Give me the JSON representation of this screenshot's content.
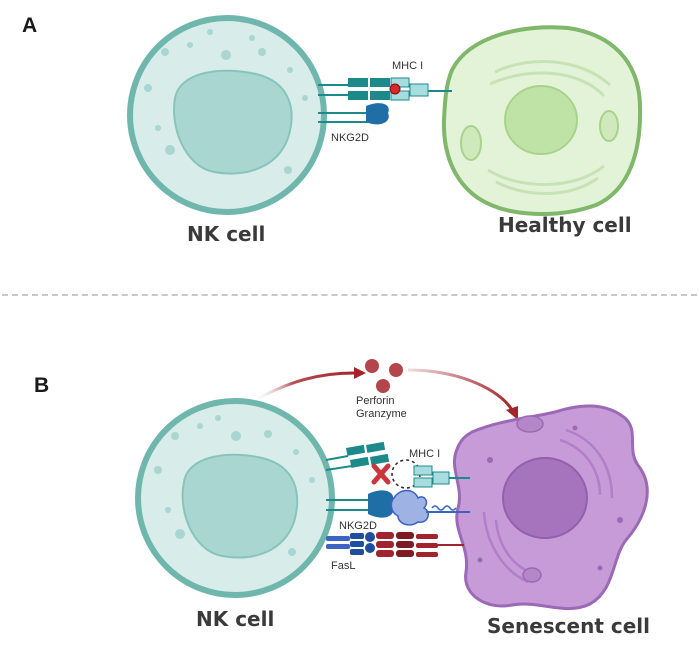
{
  "panel_a": {
    "letter": "A",
    "nk_label": "NK cell",
    "target_label": "Healthy cell",
    "mhc_label": "MHC I",
    "nkg2d_label": "NKG2D"
  },
  "panel_b": {
    "letter": "B",
    "nk_label": "NK cell",
    "target_label": "Senescent cell",
    "mhc_label": "MHC I",
    "nkg2d_label": "NKG2D",
    "fasl_label": "FasL",
    "granule_label_1": "Perforin",
    "granule_label_2": "Granzyme"
  },
  "colors": {
    "nk_membrane": "#6fb7ad",
    "nk_cytoplasm": "#d8ecea",
    "nk_nucleus": "#a9d6d1",
    "healthy_membrane": "#7fb86a",
    "healthy_cytoplasm": "#e3f3d8",
    "senescent_membrane": "#9b69b5",
    "senescent_cytoplasm": "#c79bd8",
    "receptor_teal": "#1c8a8a",
    "mhc_light": "#a8dde0",
    "nkg2d_blue": "#1f6ea6",
    "fas_red": "#a0242d",
    "fasl_blue": "#3a63c2",
    "granule_red": "#b3454b",
    "arrow_red": "#a3242a"
  }
}
